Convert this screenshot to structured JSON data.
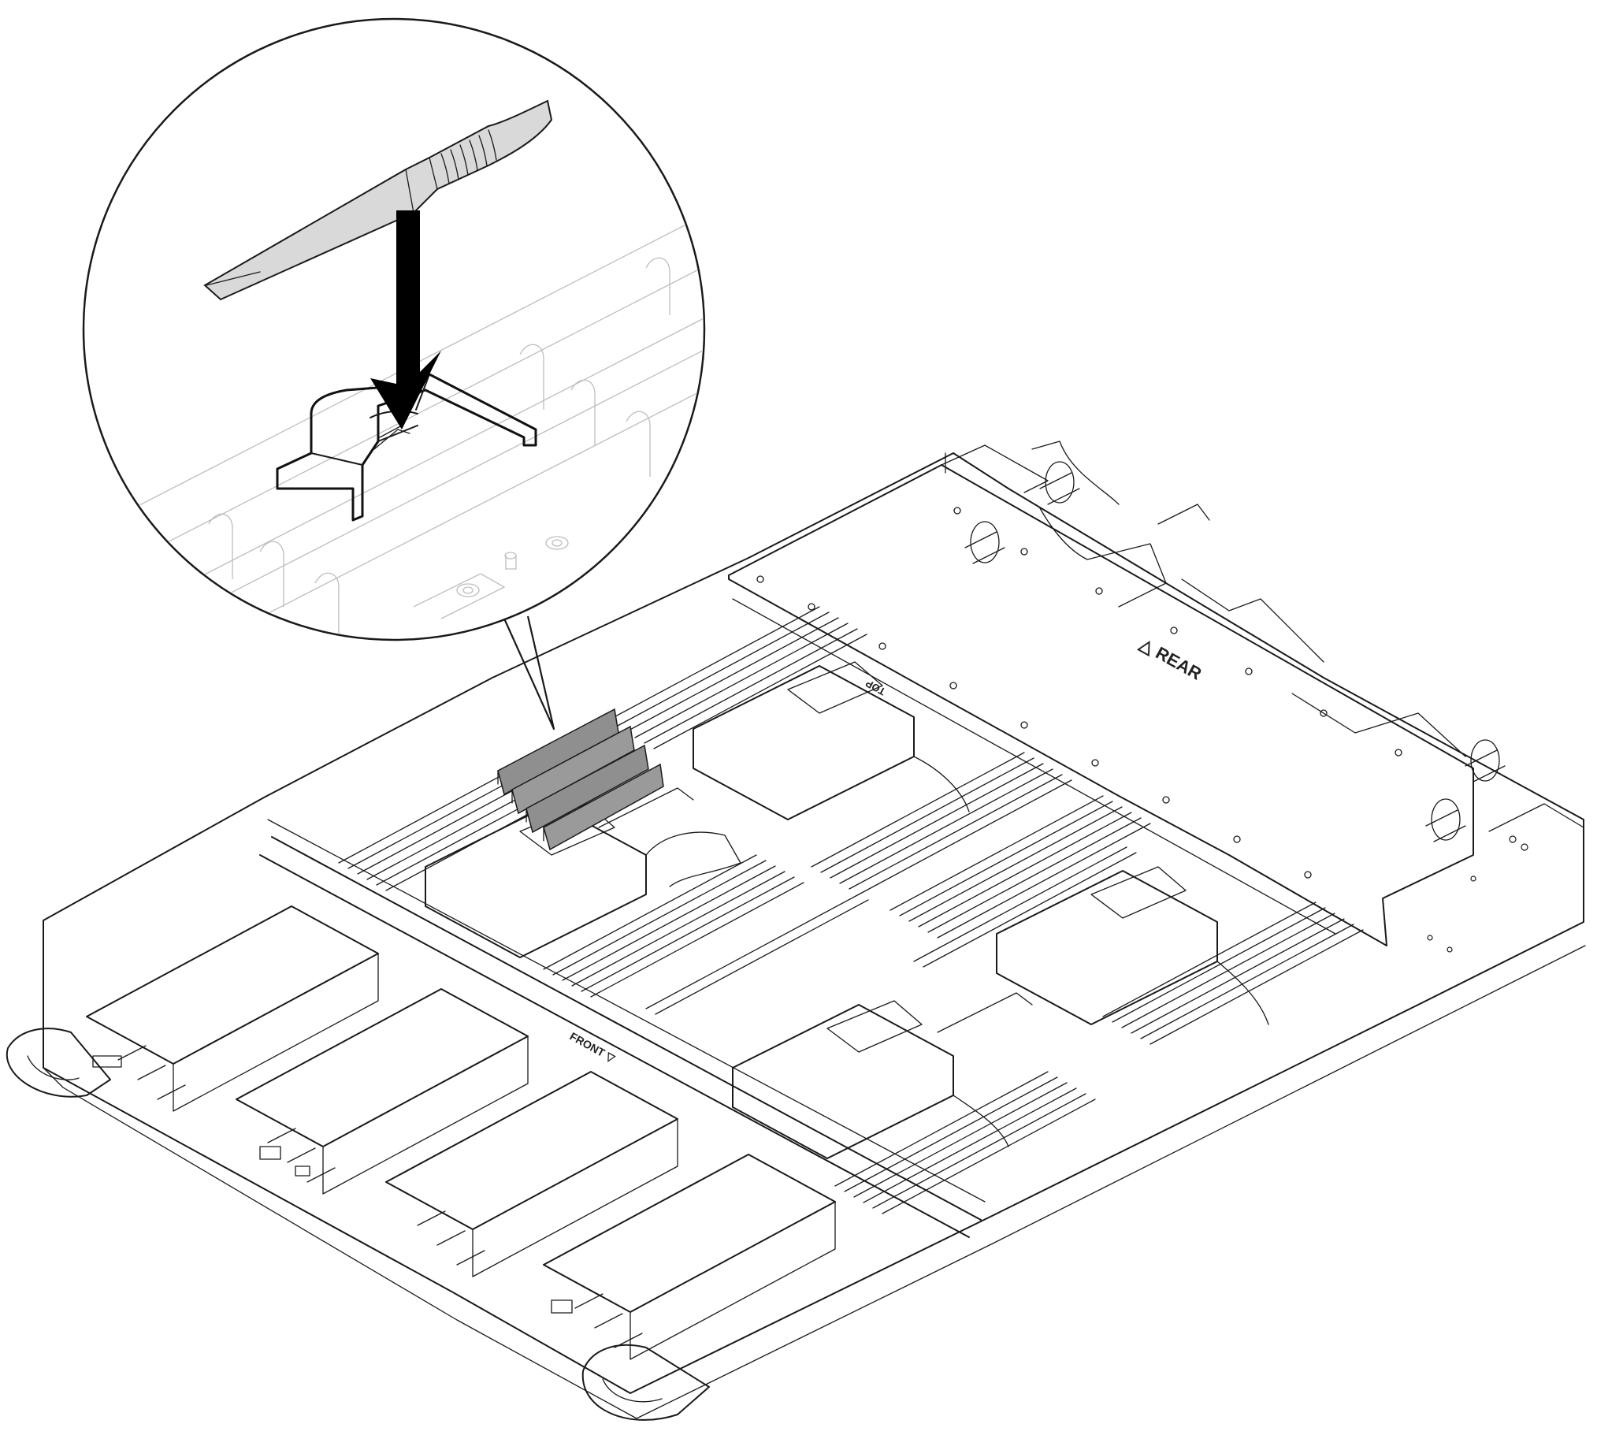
{
  "figure": {
    "labels": {
      "rear": "△ REAR",
      "front": "FRONT ▽",
      "top": "TOP"
    },
    "colors": {
      "line": "#1a1a1a",
      "background": "#ffffff",
      "highlight": "#8f8f8f",
      "tool": "#d9d9d9",
      "arrow": "#000000"
    },
    "icons": [
      "pin-tool-icon",
      "down-arrow-icon",
      "clip-icon"
    ]
  }
}
